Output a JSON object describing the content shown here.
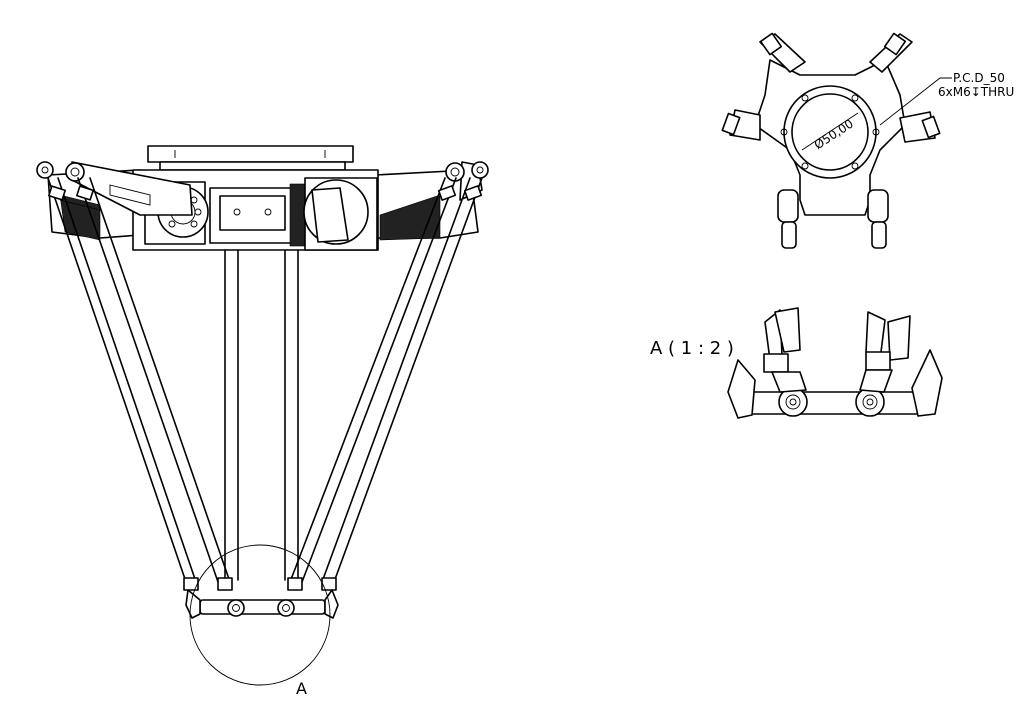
{
  "drawing": {
    "detail_marker": "A",
    "detail_title": "A ( 1 : 2 )",
    "pcd_note": "P.C.D_50",
    "hole_note": "6xM6↧THRU",
    "diameter_dim": "Ø50,00"
  }
}
